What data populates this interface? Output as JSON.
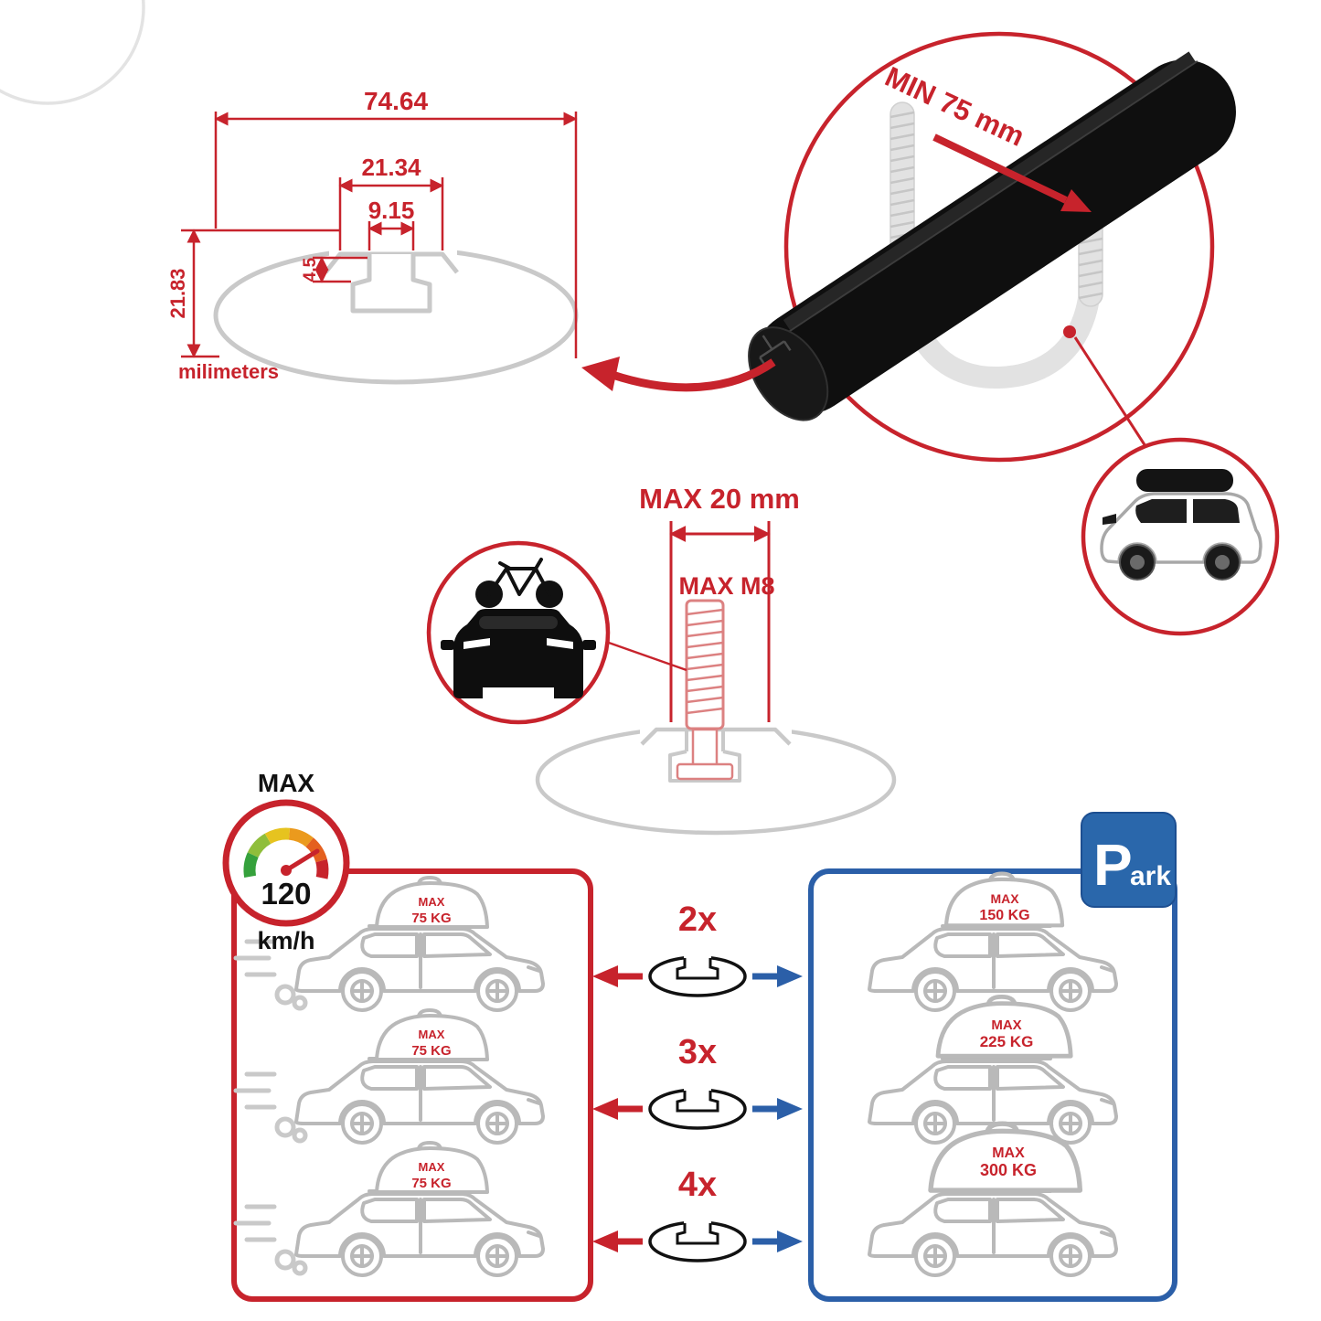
{
  "colors": {
    "red_accent": "#c7232c",
    "blue_accent": "#2b5fa8",
    "profile_gray": "#c9c9c9",
    "car_gray": "#b9b9b9",
    "bar_black": "#0f0f0f"
  },
  "dimensions_diagram": {
    "total_width": "74.64",
    "channel_width": "21.34",
    "slot_width": "9.15",
    "step_depth": "4.5",
    "total_height": "21.83",
    "units": "milimeters"
  },
  "crossbar_detail": {
    "clamp_min": "MIN 75 mm"
  },
  "bolt_spec": {
    "max_length": "MAX 20 mm",
    "max_thread": "MAX M8"
  },
  "speed_limit": {
    "label": "MAX",
    "value": "120",
    "units": "km/h"
  },
  "park_sign": {
    "letter": "P",
    "rest": "ark"
  },
  "load_comparison": {
    "rows": [
      {
        "count": "2x",
        "moving": {
          "line1": "MAX",
          "line2": "75 KG"
        },
        "parked": {
          "line1": "MAX",
          "line2": "150 KG"
        }
      },
      {
        "count": "3x",
        "moving": {
          "line1": "MAX",
          "line2": "75 KG"
        },
        "parked": {
          "line1": "MAX",
          "line2": "225 KG"
        }
      },
      {
        "count": "4x",
        "moving": {
          "line1": "MAX",
          "line2": "75 KG"
        },
        "parked": {
          "line1": "MAX",
          "line2": "300 KG"
        }
      }
    ]
  }
}
